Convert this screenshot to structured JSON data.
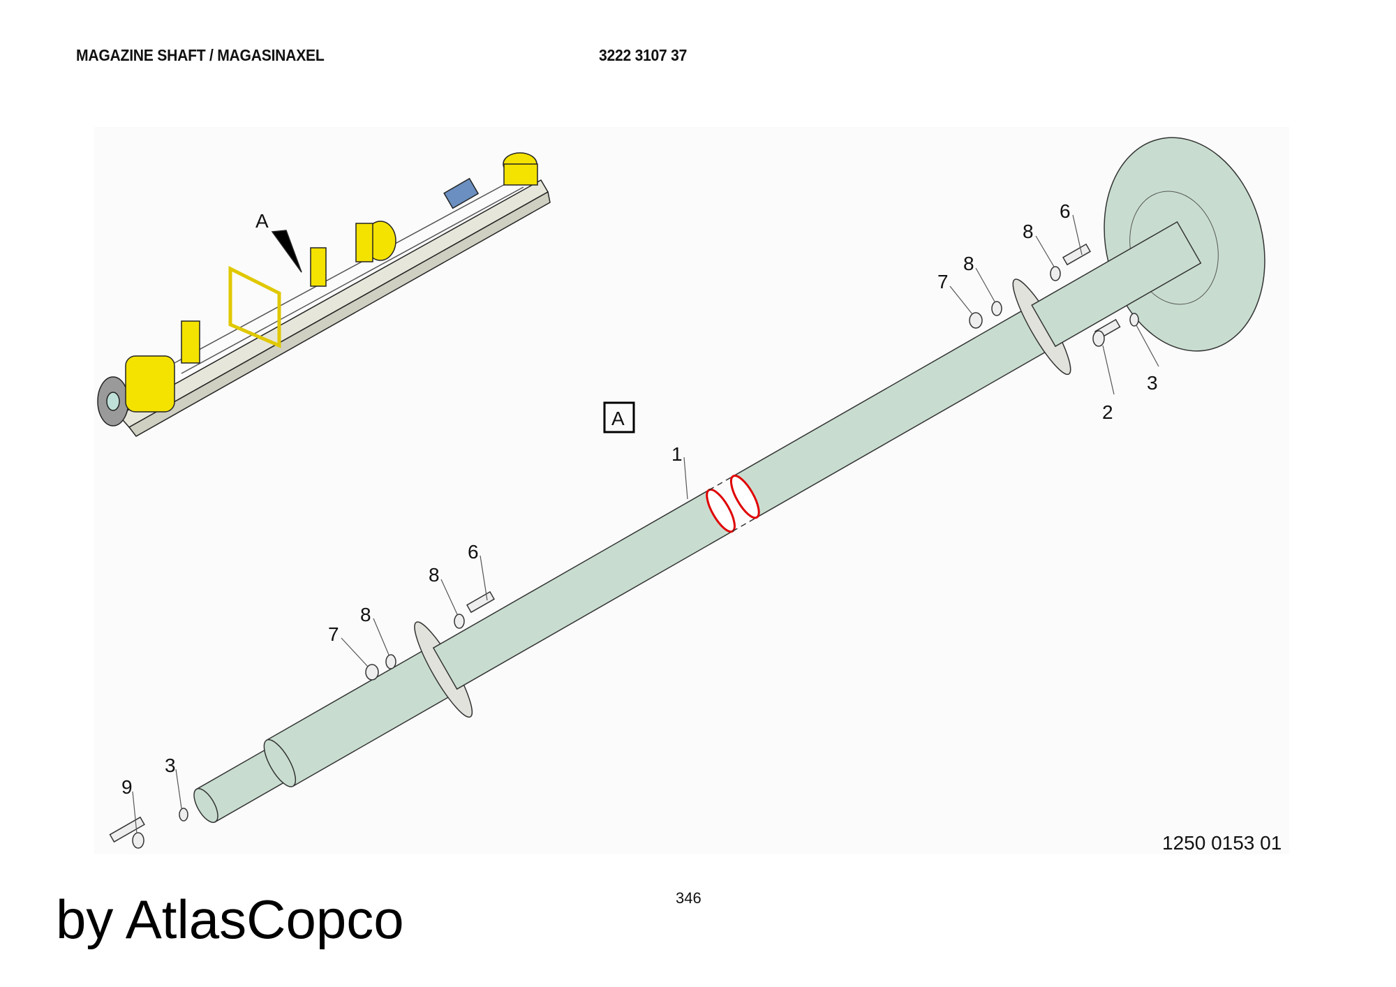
{
  "header": {
    "title": "MAGAZINE SHAFT / MAGASINAXEL",
    "part_number": "3222 3107 37"
  },
  "overview": {
    "detail_marker": "A"
  },
  "view_label": "A",
  "callouts": {
    "c1": "1",
    "c2": "2",
    "c3a": "3",
    "c3b": "3",
    "c6a": "6",
    "c6b": "6",
    "c7a": "7",
    "c7b": "7",
    "c8a": "8",
    "c8b": "8",
    "c8c": "8",
    "c8d": "8",
    "c9": "9"
  },
  "drawing_number": "1250 0153 01",
  "page_number": "346",
  "brand": "by AtlasCopco",
  "colors": {
    "shaft": "#c8ddd0",
    "machine": "#f4e200",
    "break_edge": "#e00000",
    "rail": "#e6e6da"
  }
}
